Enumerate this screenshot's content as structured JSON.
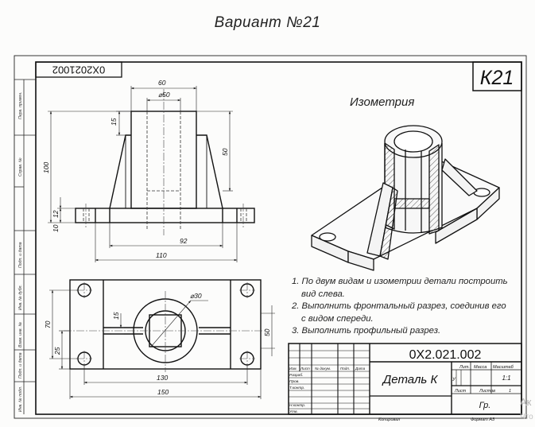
{
  "heading": "Вариант №21",
  "variant_box": "К21",
  "rotated_code": "0Х2021002",
  "iso_title": "Изометрия",
  "dims_front": {
    "d60": "60",
    "d50dia": "⌀50",
    "d15": "15",
    "d50": "50",
    "d100": "100",
    "d12": "12",
    "d10": "10",
    "d92": "92",
    "d110": "110"
  },
  "dims_top": {
    "d30dia": "⌀30",
    "d15": "15",
    "d70": "70",
    "d25": "25",
    "d50": "50",
    "d130": "130",
    "d150": "150"
  },
  "instructions": [
    "1. По двум видам и изометрии детали построить",
    "вид слева.",
    "2. Выполнить фронтальный разрез, соединив его",
    "с видом спереди.",
    "3. Выполнить профильный разрез."
  ],
  "stamp": {
    "code": "0Х2.021.002",
    "part_name": "Деталь К",
    "lit": "Лит.",
    "mass": "Масса",
    "scale_lbl": "Масштаб",
    "scale_val": "1:1",
    "u": "У",
    "sheet": "Лист",
    "sheets": "Листов",
    "sheets_num": "1",
    "group": "Гр.",
    "copied": "Копировал",
    "format": "Формат А3",
    "roles": [
      "Изм.",
      "Лист",
      "№ докум.",
      "Подп.",
      "Дата"
    ],
    "rows": [
      "Разраб.",
      "Пров.",
      "Т.контр.",
      "",
      "Н.контр.",
      "Утв."
    ]
  },
  "side_labels": [
    "Перв. примен.",
    "Справ. №",
    "Подп. и дата",
    "Инв. № дубл.",
    "Взам. инв. №",
    "Подп. и дата",
    "Инв. № подл."
  ],
  "ghost_text": [
    "Ак",
    "Что"
  ]
}
